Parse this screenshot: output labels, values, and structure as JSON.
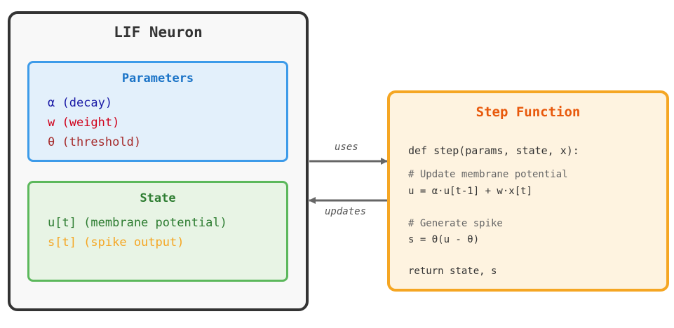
{
  "neuron": {
    "title": "LIF Neuron",
    "parameters": {
      "title": "Parameters",
      "items": [
        {
          "text": "α (decay)",
          "color": "#1a1aa6"
        },
        {
          "text": "w (weight)",
          "color": "#d0021b"
        },
        {
          "text": "θ (threshold)",
          "color": "#a52a2a"
        }
      ]
    },
    "state": {
      "title": "State",
      "items": [
        {
          "text": "u[t] (membrane potential)",
          "color": "#2e7d32"
        },
        {
          "text": "s[t] (spike output)",
          "color": "#f5a623"
        }
      ]
    }
  },
  "step_function": {
    "title": "Step Function",
    "signature": "def step(params, state, x):",
    "comment_update": "# Update membrane potential",
    "update_line": "u = α·u[t-1] + w·x[t]",
    "comment_spike": "# Generate spike",
    "spike_line": "s = Θ(u - θ)",
    "return_line": "return state, s"
  },
  "edges": {
    "uses": "uses",
    "updates": "updates"
  },
  "colors": {
    "neuron_border": "#333333",
    "parameters_border": "#3d9be9",
    "state_border": "#5cb85c",
    "step_border": "#f5a623",
    "arrow": "#666666"
  }
}
